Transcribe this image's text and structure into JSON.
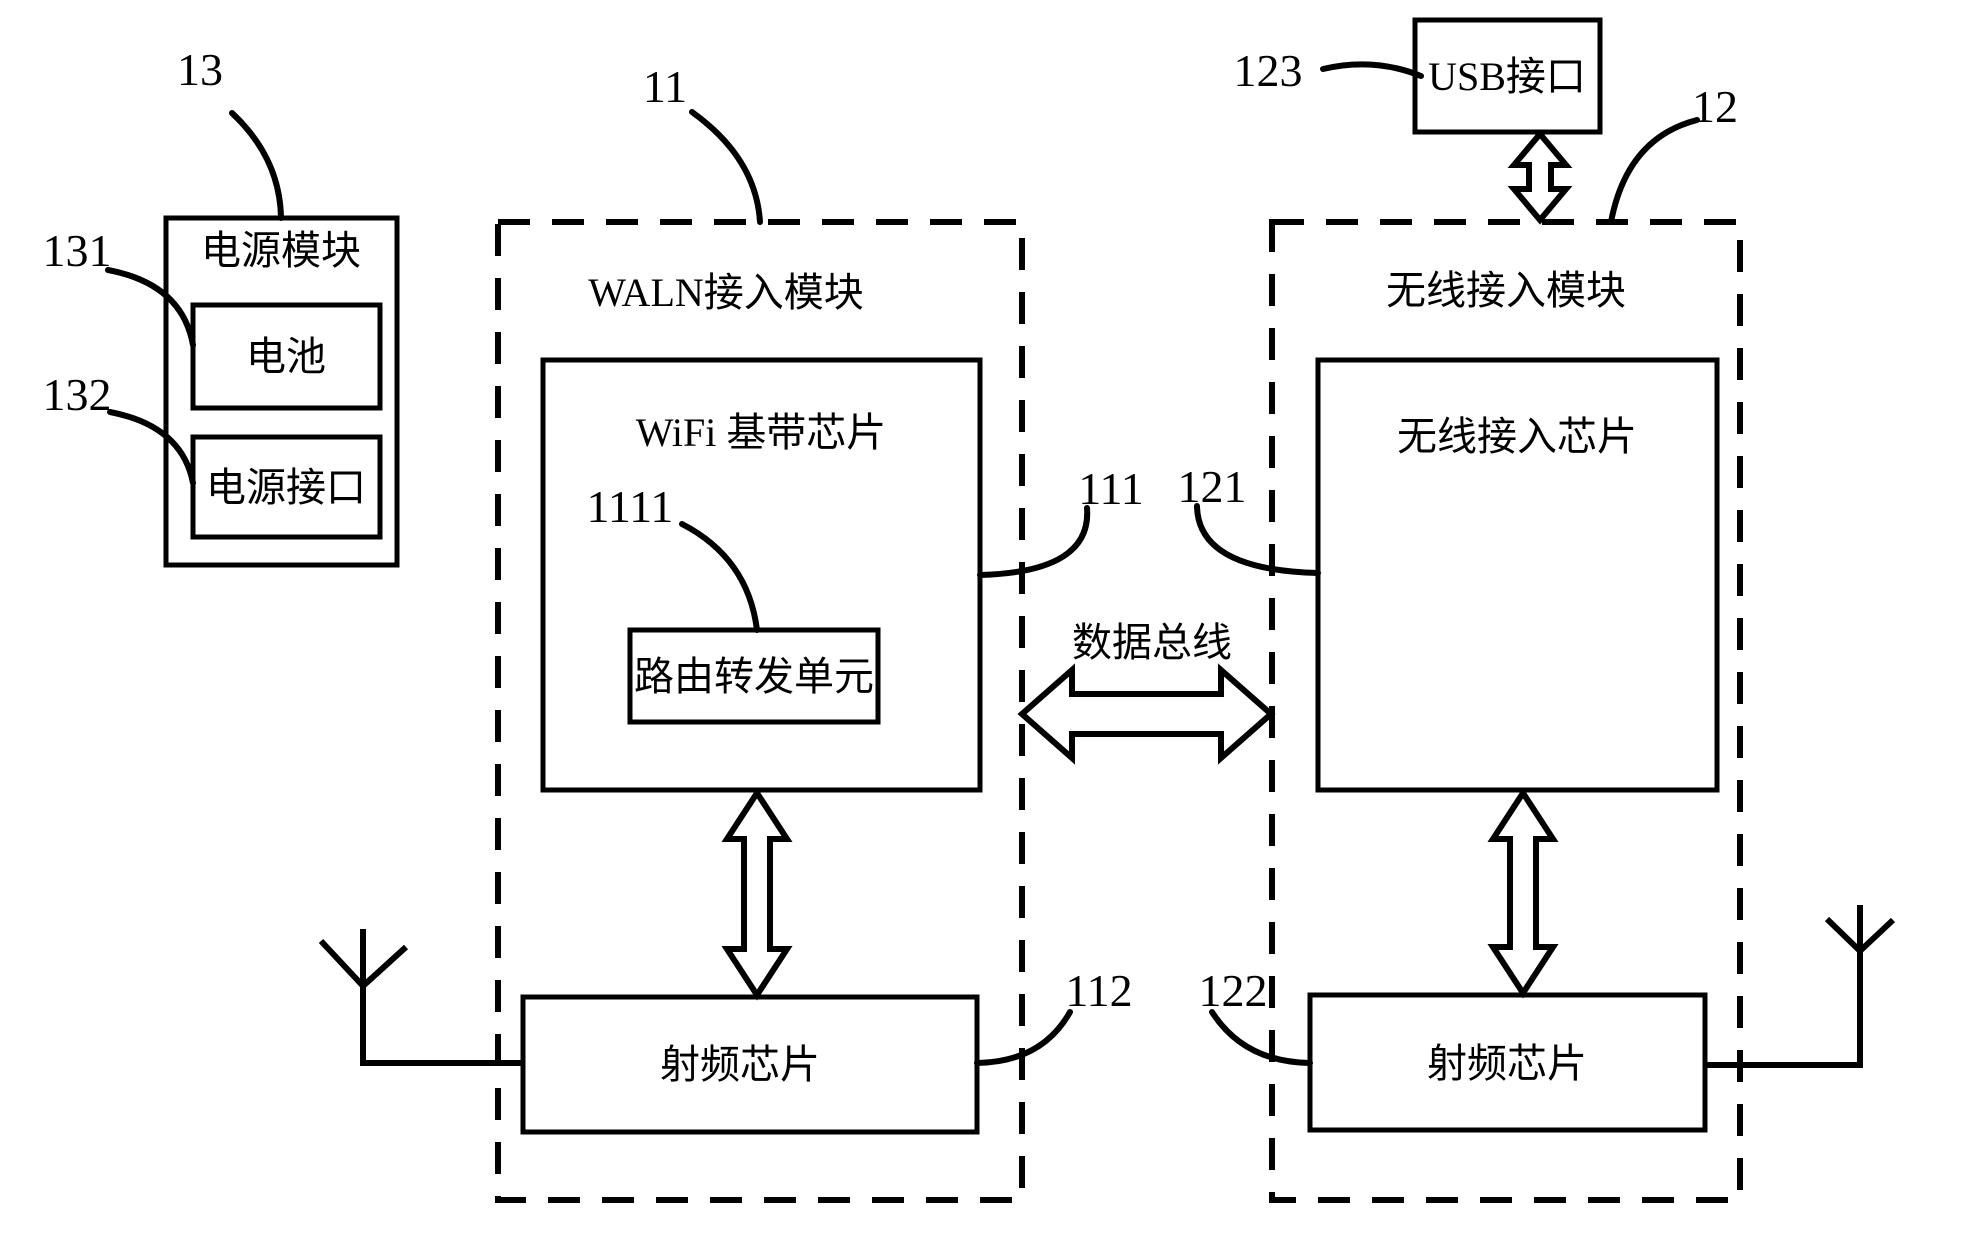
{
  "figure": {
    "power_module": {
      "ref": "13",
      "title": "电源模块",
      "battery": {
        "ref": "131",
        "label": "电池"
      },
      "power_port": {
        "ref": "132",
        "label": "电源接口"
      }
    },
    "wlan_module": {
      "ref": "11",
      "title": "WALN接入模块",
      "wifi_baseband_chip": {
        "ref": "111",
        "label": "WiFi 基带芯片"
      },
      "routing_unit": {
        "ref": "1111",
        "label": "路由转发单元"
      },
      "rf_chip": {
        "ref": "112",
        "label": "射频芯片"
      }
    },
    "wireless_module": {
      "ref": "12",
      "title": "无线接入模块",
      "access_chip": {
        "ref": "121",
        "label": "无线接入芯片"
      },
      "rf_chip": {
        "ref": "122",
        "label": "射频芯片"
      },
      "usb_port": {
        "ref": "123",
        "label": "USB接口"
      }
    },
    "bus": {
      "label": "数据总线"
    },
    "colors": {
      "ink": "#000000",
      "paper": "#ffffff"
    }
  }
}
